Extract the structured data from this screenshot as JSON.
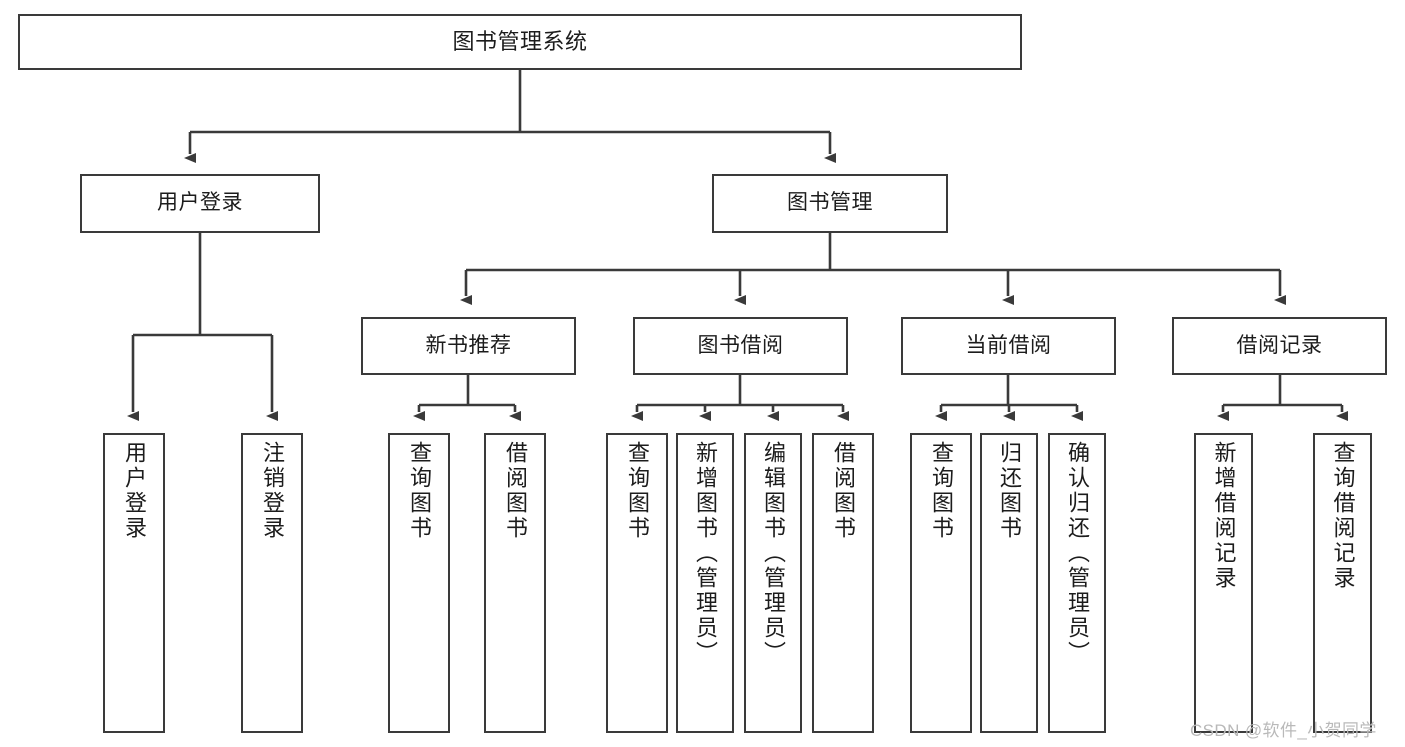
{
  "diagram": {
    "type": "tree-hierarchy-chart",
    "title": "图书管理系统",
    "background_color": "#ffffff",
    "line_color": "#3a3a3a",
    "text_color": "#1c1c1c",
    "levels": 4,
    "root": {
      "id": "root",
      "label": "图书管理系统",
      "orientation": "horizontal"
    },
    "level2": [
      {
        "id": "user-login",
        "label": "用户登录",
        "orientation": "horizontal"
      },
      {
        "id": "book-manage",
        "label": "图书管理",
        "orientation": "horizontal"
      }
    ],
    "level3": [
      {
        "id": "new-book-recommend",
        "label": "新书推荐",
        "orientation": "horizontal",
        "parent": "book-manage"
      },
      {
        "id": "book-borrow",
        "label": "图书借阅",
        "orientation": "horizontal",
        "parent": "book-manage"
      },
      {
        "id": "current-borrow",
        "label": "当前借阅",
        "orientation": "horizontal",
        "parent": "book-manage"
      },
      {
        "id": "borrow-record",
        "label": "借阅记录",
        "orientation": "horizontal",
        "parent": "book-manage"
      }
    ],
    "leaves": [
      {
        "id": "leaf-user-login",
        "label": "用户登录",
        "parent": "user-login",
        "orientation": "vertical"
      },
      {
        "id": "leaf-user-logout",
        "label": "注销登录",
        "parent": "user-login",
        "orientation": "vertical"
      },
      {
        "id": "leaf-query-book-1",
        "label": "查询图书",
        "parent": "new-book-recommend",
        "orientation": "vertical"
      },
      {
        "id": "leaf-borrow-book-1",
        "label": "借阅图书",
        "parent": "new-book-recommend",
        "orientation": "vertical"
      },
      {
        "id": "leaf-query-book-2",
        "label": "查询图书",
        "parent": "book-borrow",
        "orientation": "vertical"
      },
      {
        "id": "leaf-add-book",
        "label": "新增图书（管理员）",
        "parent": "book-borrow",
        "orientation": "vertical"
      },
      {
        "id": "leaf-edit-book",
        "label": "编辑图书（管理员）",
        "parent": "book-borrow",
        "orientation": "vertical"
      },
      {
        "id": "leaf-borrow-book-2",
        "label": "借阅图书",
        "parent": "book-borrow",
        "orientation": "vertical"
      },
      {
        "id": "leaf-query-book-3",
        "label": "查询图书",
        "parent": "current-borrow",
        "orientation": "vertical"
      },
      {
        "id": "leaf-return-book",
        "label": "归还图书",
        "parent": "current-borrow",
        "orientation": "vertical"
      },
      {
        "id": "leaf-confirm-return",
        "label": "确认归还（管理员）",
        "parent": "current-borrow",
        "orientation": "vertical"
      },
      {
        "id": "leaf-add-record",
        "label": "新增借阅记录",
        "parent": "borrow-record",
        "orientation": "vertical"
      },
      {
        "id": "leaf-query-record",
        "label": "查询借阅记录",
        "parent": "borrow-record",
        "orientation": "vertical"
      }
    ]
  },
  "watermark": {
    "text": "CSDN @软件_小贺同学",
    "color": "#b9b9b9"
  }
}
